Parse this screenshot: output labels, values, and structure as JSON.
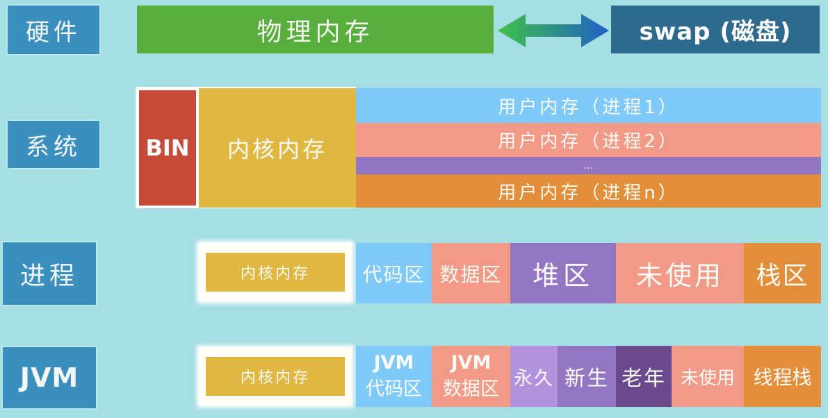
{
  "colors": {
    "background": "#a5dee3",
    "label_bg": "#3b8fbd",
    "physical_memory": "#58ad3e",
    "swap": "#2d6a8d",
    "bin": "#c74b3b",
    "kernel": "#e0b740",
    "blue": "#7fcaf9",
    "salmon": "#f19a88",
    "purple": "#9376c2",
    "orange": "#e38e3b",
    "light_purple": "#b292dd",
    "dark_purple": "#6a4a8c"
  },
  "rows": {
    "hardware": {
      "label": "硬件",
      "physical_memory": "物理内存",
      "swap": "swap (磁盘)"
    },
    "system": {
      "label": "系统",
      "bin": "BIN",
      "kernel": "内核内存",
      "user_memory": [
        "用户内存（进程1）",
        "用户内存（进程2）",
        "…",
        "用户内存（进程n）"
      ]
    },
    "process": {
      "label": "进程",
      "kernel": "内核内存",
      "segments": [
        "代码区",
        "数据区",
        "堆区",
        "未使用",
        "栈区"
      ]
    },
    "jvm": {
      "label": "JVM",
      "kernel": "内核内存",
      "code_top": "JVM",
      "code_bottom": "代码区",
      "data_top": "JVM",
      "data_bottom": "数据区",
      "segments": [
        "永久",
        "新生",
        "老年",
        "未使用",
        "线程栈"
      ]
    }
  }
}
